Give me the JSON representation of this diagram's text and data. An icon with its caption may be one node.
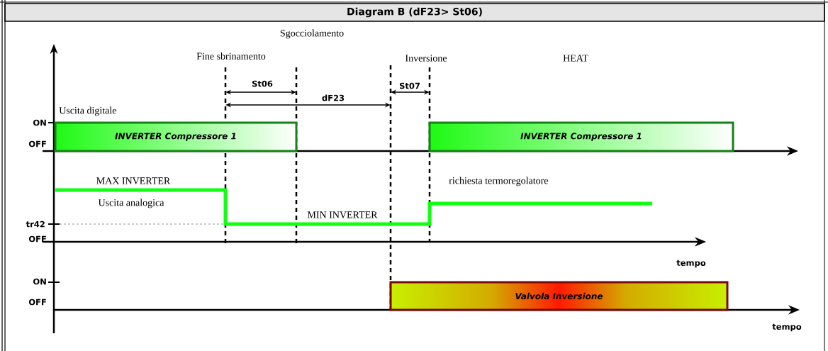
{
  "diagram": {
    "title": "Diagram B (dF23> St06)",
    "nodes": [
      {
        "text": [
          "INVERTER Compressore 1"
        ]
      },
      {
        "text": [
          "INVERTER Compressore 1"
        ]
      },
      {
        "text": [
          "Valvola Inversione"
        ]
      }
    ],
    "labels": [
      "Sgocciolamento",
      "Fine sbrinamento",
      "Inversione",
      "HEAT",
      "St06",
      "St07",
      "dF23",
      "Uscita digitale",
      "ON",
      "OFF",
      "MAX INVERTER",
      "richiesta termoregolatore",
      "Uscita analogica",
      "MIN INVERTER",
      "tr42",
      "OFF",
      "tempo",
      "ON",
      "OFF",
      "tempo"
    ]
  }
}
